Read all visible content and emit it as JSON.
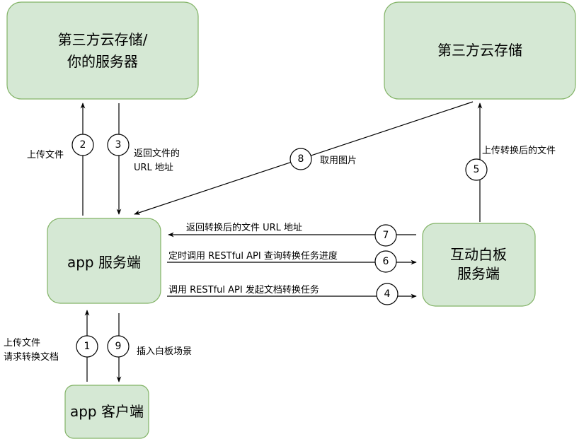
{
  "nodes": {
    "storage_left": [
      "第三方云存储/",
      "你的服务器"
    ],
    "storage_right": "第三方云存储",
    "app_server": "app 服务端",
    "whiteboard_server": [
      "互动白板",
      "服务端"
    ],
    "app_client": "app 客户端"
  },
  "steps": {
    "s1": {
      "num": "1",
      "label": [
        "上传文件",
        "请求转换文档"
      ]
    },
    "s2": {
      "num": "2",
      "label": "上传文件"
    },
    "s3": {
      "num": "3",
      "label": [
        "返回文件的",
        "URL 地址"
      ]
    },
    "s4": {
      "num": "4",
      "label": "调用 RESTful API 发起文档转换任务"
    },
    "s5": {
      "num": "5",
      "label": "上传转换后的文件"
    },
    "s6": {
      "num": "6",
      "label": "定时调用 RESTful API 查询转换任务进度"
    },
    "s7": {
      "num": "7",
      "label": "返回转换后的文件 URL 地址"
    },
    "s8": {
      "num": "8",
      "label": "取用图片"
    },
    "s9": {
      "num": "9",
      "label": "插入白板场景"
    }
  },
  "colors": {
    "fill": "#d5e8d4",
    "stroke": "#82b366"
  }
}
